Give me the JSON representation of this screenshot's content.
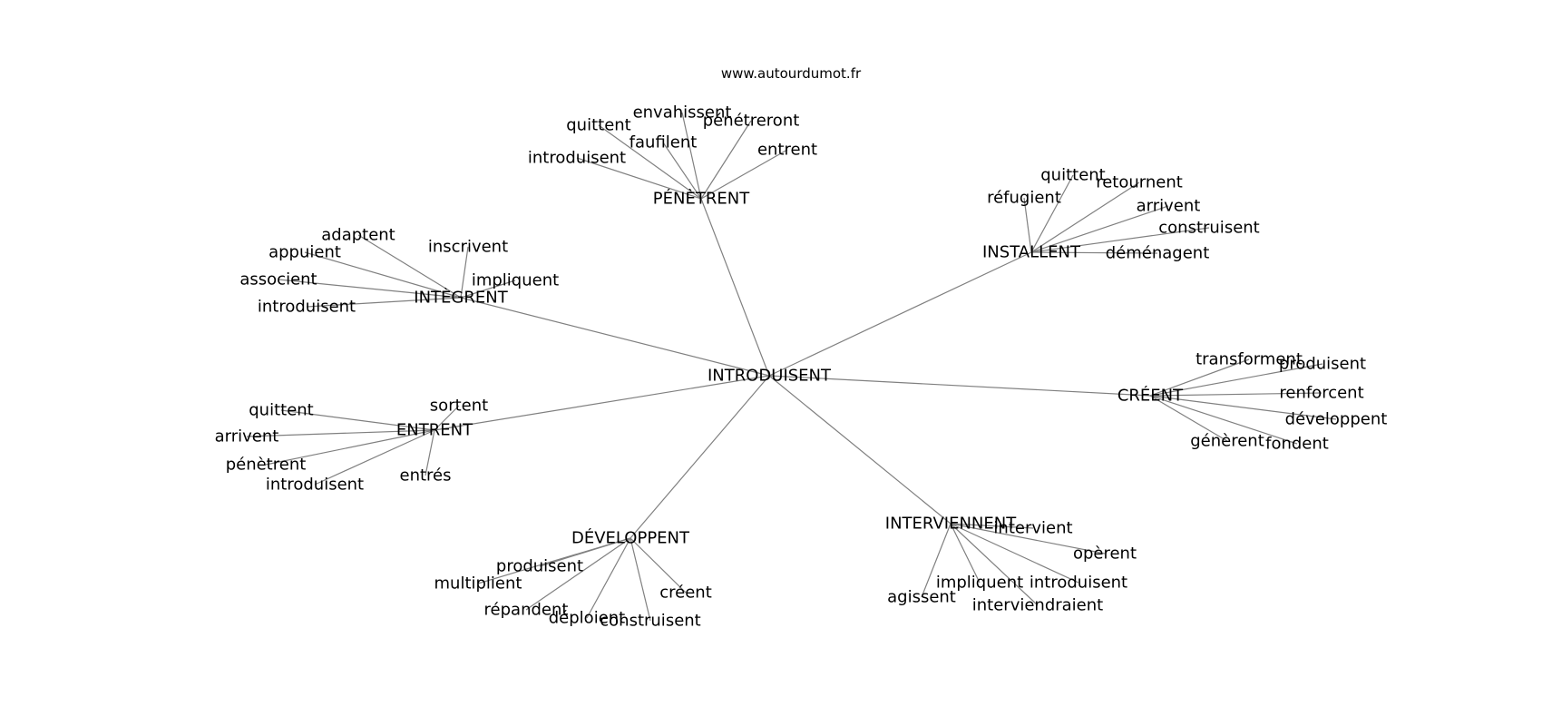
{
  "source": "www.autourdumot.fr",
  "graph": {
    "center": "INTRODUISENT",
    "clusters": [
      {
        "hub": "PÉNÈTRENT",
        "words": [
          "envahissent",
          "quittent",
          "pénétreront",
          "faufilent",
          "entrent",
          "introduisent"
        ]
      },
      {
        "hub": "INSTALLENT",
        "words": [
          "quittent",
          "retournent",
          "réfugient",
          "arrivent",
          "construisent",
          "déménagent"
        ]
      },
      {
        "hub": "INTÈGRENT",
        "words": [
          "adaptent",
          "inscrivent",
          "appuient",
          "associent",
          "impliquent",
          "introduisent"
        ]
      },
      {
        "hub": "CRÉENT",
        "words": [
          "transforment",
          "produisent",
          "renforcent",
          "développent",
          "génèrent",
          "fondent"
        ]
      },
      {
        "hub": "ENTRENT",
        "words": [
          "sortent",
          "quittent",
          "arrivent",
          "pénètrent",
          "introduisent",
          "entrés"
        ]
      },
      {
        "hub": "DÉVELOPPENT",
        "words": [
          "produisent",
          "multiplient",
          "créent",
          "répandent",
          "déploient",
          "construisent"
        ]
      },
      {
        "hub": "INTERVIENNENT",
        "words": [
          "intervient",
          "opèrent",
          "impliquent",
          "introduisent",
          "agissent",
          "interviendraient"
        ]
      }
    ]
  }
}
